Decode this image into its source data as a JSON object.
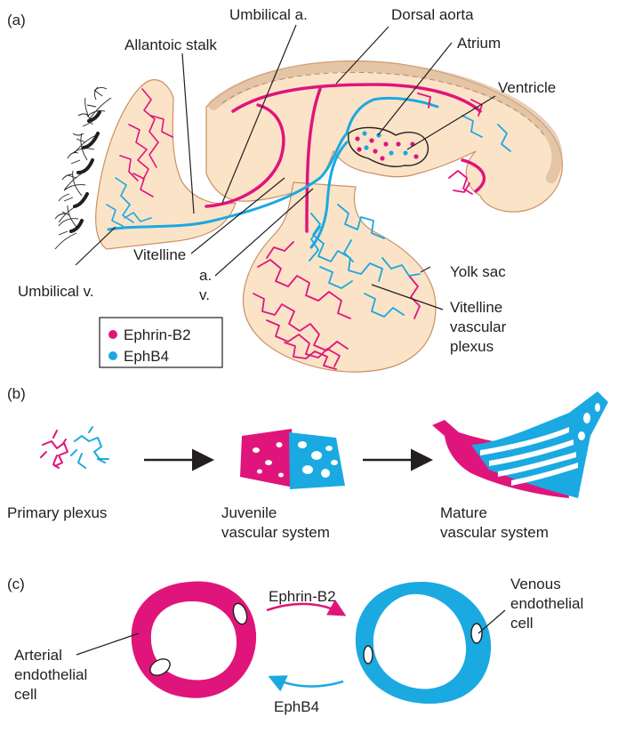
{
  "colors": {
    "arterial": "#e0157b",
    "venous": "#1ba9e1",
    "tissue": "#fbe3c8",
    "tissue_edge": "#e9b88e"
  },
  "panels": {
    "a": {
      "letter": "(a)",
      "labels": {
        "umbilical_artery": "Umbilical a.",
        "dorsal_aorta": "Dorsal aorta",
        "allantoic_stalk": "Allantoic stalk",
        "atrium": "Atrium",
        "ventricle": "Ventricle",
        "vitelline": "Vitelline",
        "vitelline_a": "a.",
        "vitelline_v": "v.",
        "umbilical_vein": "Umbilical v.",
        "yolk_sac": "Yolk sac",
        "vitelline_plexus_1": "Vitelline",
        "vitelline_plexus_2": "vascular",
        "vitelline_plexus_3": "plexus"
      },
      "legend": [
        {
          "label": "Ephrin-B2",
          "color": "#e0157b"
        },
        {
          "label": "EphB4",
          "color": "#1ba9e1"
        }
      ]
    },
    "b": {
      "letter": "(b)",
      "stages": [
        {
          "line1": "Primary plexus",
          "line2": ""
        },
        {
          "line1": "Juvenile",
          "line2": "vascular system"
        },
        {
          "line1": "Mature",
          "line2": "vascular system"
        }
      ]
    },
    "c": {
      "letter": "(c)",
      "arrow_top": "Ephrin-B2",
      "arrow_bottom": "EphB4",
      "arterial_1": "Arterial",
      "arterial_2": "endothelial",
      "arterial_3": "cell",
      "venous_1": "Venous",
      "venous_2": "endothelial",
      "venous_3": "cell"
    }
  }
}
